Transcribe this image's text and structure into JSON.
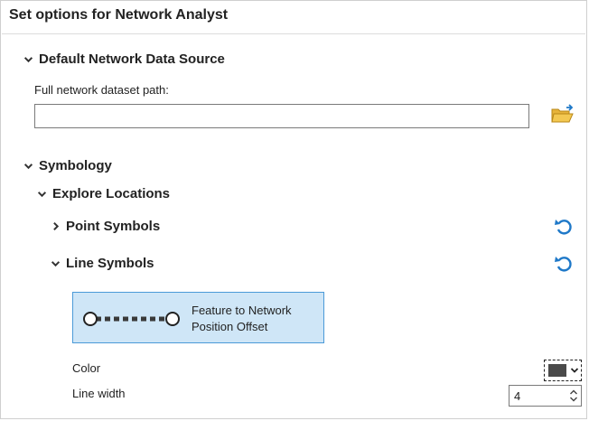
{
  "page": {
    "title": "Set options for Network Analyst"
  },
  "default_source": {
    "header": "Default Network Data Source",
    "path_label": "Full network dataset path:",
    "path_value": "",
    "path_placeholder": ""
  },
  "symbology": {
    "header": "Symbology",
    "explore": {
      "header": "Explore Locations",
      "point": {
        "header": "Point Symbols"
      },
      "line": {
        "header": "Line Symbols",
        "symbol_label_line1": "Feature to Network",
        "symbol_label_line2": "Position Offset",
        "color_label": "Color",
        "color_value": "#4a4a4a",
        "width_label": "Line width",
        "width_value": "4"
      }
    }
  },
  "icons": {
    "browse": "folder-open-icon",
    "reset": "reset-icon",
    "expand": "chevron-down-icon",
    "collapse": "chevron-right-icon"
  },
  "colors": {
    "accent": "#1e78c8",
    "card_bg": "#cfe6f7",
    "card_border": "#4b9ad8"
  }
}
